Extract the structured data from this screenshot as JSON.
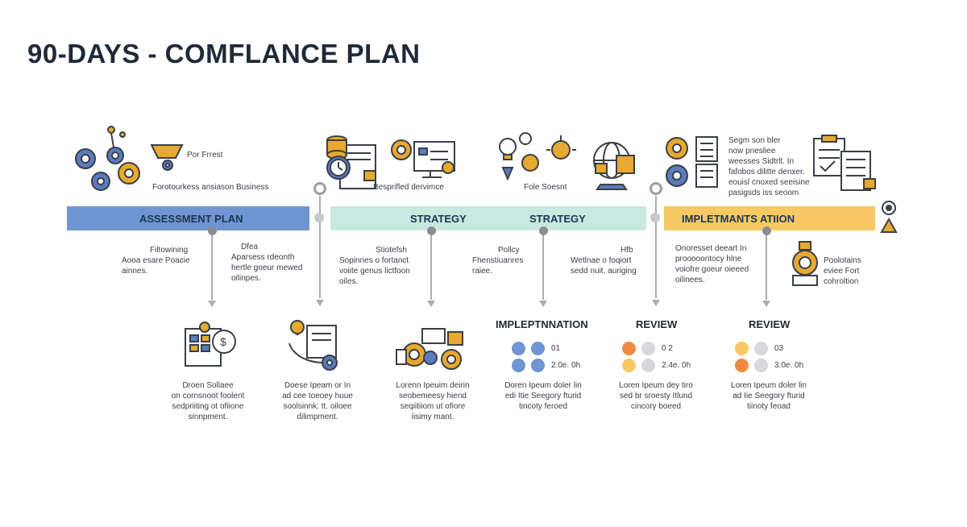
{
  "title": "90-DAYS - COMFLANCE PLAN",
  "top_labels": {
    "for_frest": "Por Frrest",
    "foundation_business": "Forotourkess ansiason Business",
    "specified_devices": "Besprifled dervimce",
    "fole_secrets": "Fole Soesnt",
    "right_note": [
      "Segm son bler",
      "now pnesliee",
      "weesses Sidtrlt. In",
      "fafobos dilitte denxer.",
      "eouisl cnoxed seeisine",
      "pasigsds iss seoom"
    ]
  },
  "bars": {
    "assessment": "ASSESSMENT PLAN",
    "strategy_1": "STRATEGY",
    "strategy_2": "STRATEGY",
    "implementation": "IMPLETMANTS ATIION"
  },
  "mid_notes": {
    "n1": [
      "Filtowining",
      "Aooa esare Poacie",
      "ainnes."
    ],
    "n2": [
      "Dfea",
      "Aparsess rdeonth",
      "hertle goeur mewed",
      "oilinpes."
    ],
    "n3": [
      "Stiotefsh",
      "Sopinries o fortanct",
      "voiite genus lictfoon",
      "oiles."
    ],
    "n4": [
      "Pollcy",
      "Fhenstiuanres",
      "raiee."
    ],
    "n5": [
      "Hfb",
      "Wetlnae o foqiort",
      "sedd nuit, auriging"
    ],
    "n6": [
      "Onoresset deeart In",
      "prooooontocy hlne",
      "voiofre goeur oieeed",
      "oilinees."
    ],
    "n7": [
      "Poolotains",
      "eviee Fort",
      "cohroltion"
    ]
  },
  "headings": {
    "implementation": "IMPLEPTNNATION",
    "review_1": "REVIEW",
    "review_2": "REVIEW"
  },
  "values": {
    "impl_a": "01",
    "impl_b": "2.0e. 0h",
    "rev1_a": "0 2",
    "rev1_b": "2.4e. 0h",
    "rev2_a": "03",
    "rev2_b": "3.0e. 0h"
  },
  "bottom_notes": {
    "b1": [
      "Droen Sollaee",
      "on cornsnoot foolent",
      "sedpriiting ot ofiione",
      "sinnpment."
    ],
    "b2": [
      "Doese Ipeam or In",
      "ad cee toeoey huue",
      "soolsinnk: tt. oiloee",
      "dilimpment."
    ],
    "b3": [
      "Lorenn Ipeuim deirin",
      "seobemeesy hiend",
      "seqiitiiom ut ofiore",
      "iisimy mant."
    ],
    "b4": [
      "Doren Ipeum doler lin",
      "edi Itie Seegory fturid",
      "tincoty feroed"
    ],
    "b5": [
      "Loren Ipeum dey tiro",
      "sed br sroesty Itlund",
      "cincory boeed"
    ],
    "b6": [
      "Loren Ipeum doler lin",
      "ad Iie Seegory fturid",
      "tiinoty feoad"
    ]
  },
  "colors": {
    "blue": "#6f95d3",
    "green": "#c9e8df",
    "yellow": "#f6c964",
    "orange": "#ee8a43",
    "grey": "#d6d8db",
    "icon_gold": "#e8a92f",
    "icon_blue": "#5a7bbd",
    "icon_line": "#3a3f47"
  },
  "icons": [
    "gears-icon",
    "cart-icon",
    "database-clock-lock-icon",
    "monitor-checklist-icon",
    "lightbulb-idea-icon",
    "globe-laptop-icon",
    "gears-document-icon",
    "clipboard-lock-icon",
    "warning-icon",
    "finance-report-icon",
    "hand-idea-icon",
    "money-coins-lock-icon",
    "certificate-badge-icon"
  ]
}
